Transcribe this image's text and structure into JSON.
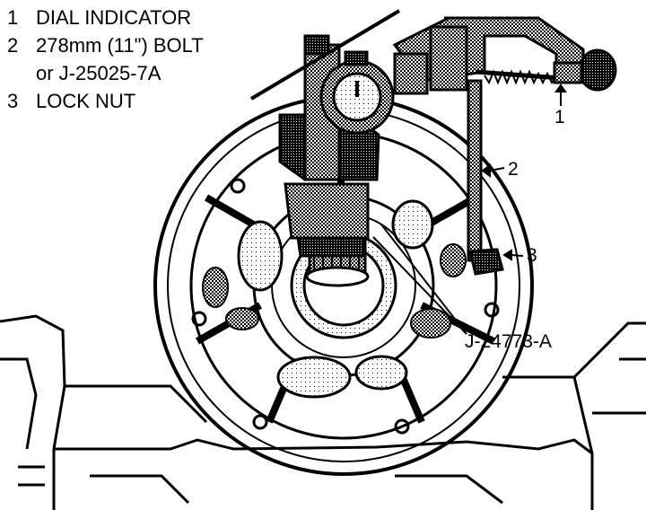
{
  "legend": [
    {
      "number": "1",
      "lines": [
        "DIAL INDICATOR"
      ]
    },
    {
      "number": "2",
      "lines": [
        "278mm (11\") BOLT",
        "or J-25025-7A"
      ]
    },
    {
      "number": "3",
      "lines": [
        "LOCK NUT"
      ]
    }
  ],
  "callouts": {
    "one": "1",
    "two": "2",
    "three": "3",
    "tool": "J-24773-A"
  },
  "colors": {
    "ink": "#000000",
    "paper": "#ffffff"
  }
}
